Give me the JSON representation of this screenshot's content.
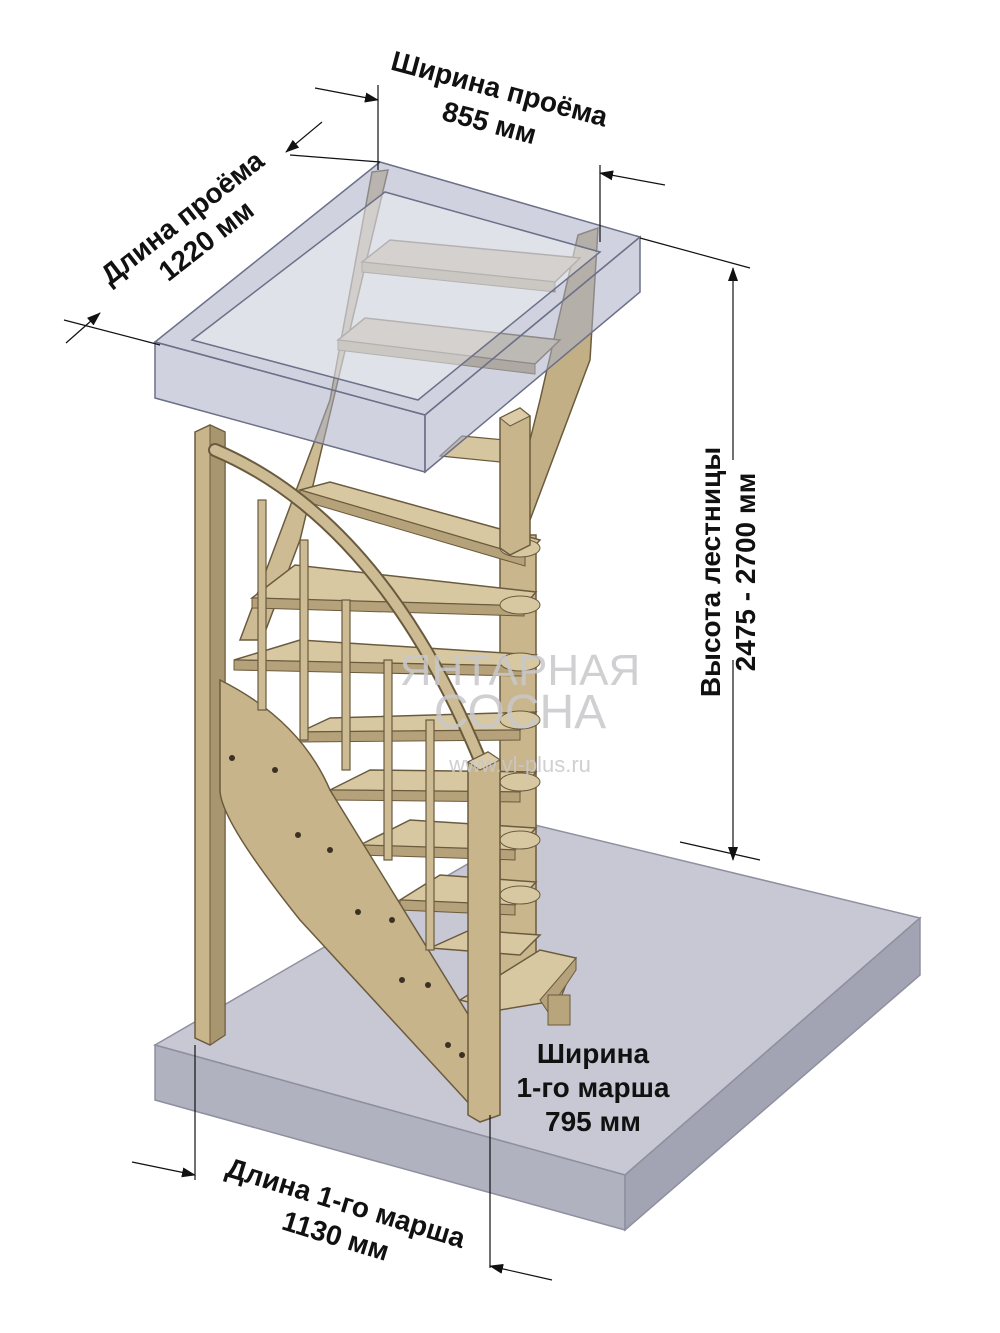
{
  "dimensions": {
    "opening_width": {
      "label": "Ширина проёма",
      "value": "855 мм"
    },
    "opening_length": {
      "label": "Длина проёма",
      "value": "1220 мм"
    },
    "stair_height": {
      "label": "Высота лестницы",
      "value": "2475 - 2700 мм"
    },
    "first_flight_width": {
      "label_line1": "Ширина",
      "label_line2": "1-го марша",
      "value": "795 мм"
    },
    "first_flight_length": {
      "label": "Длина 1-го марша",
      "value": "1130 мм"
    }
  },
  "watermark": {
    "line1": "ЯНТАРНАЯ",
    "line2": "СОСНА",
    "url": "www.vl-plus.ru"
  },
  "colors": {
    "wood": "#cdbb94",
    "wood_dark": "#a8966e",
    "wood_edge": "#6b5b3e",
    "glass_box": "#b3b8c9",
    "floor": "#c3c4d0",
    "ink": "#111111"
  }
}
